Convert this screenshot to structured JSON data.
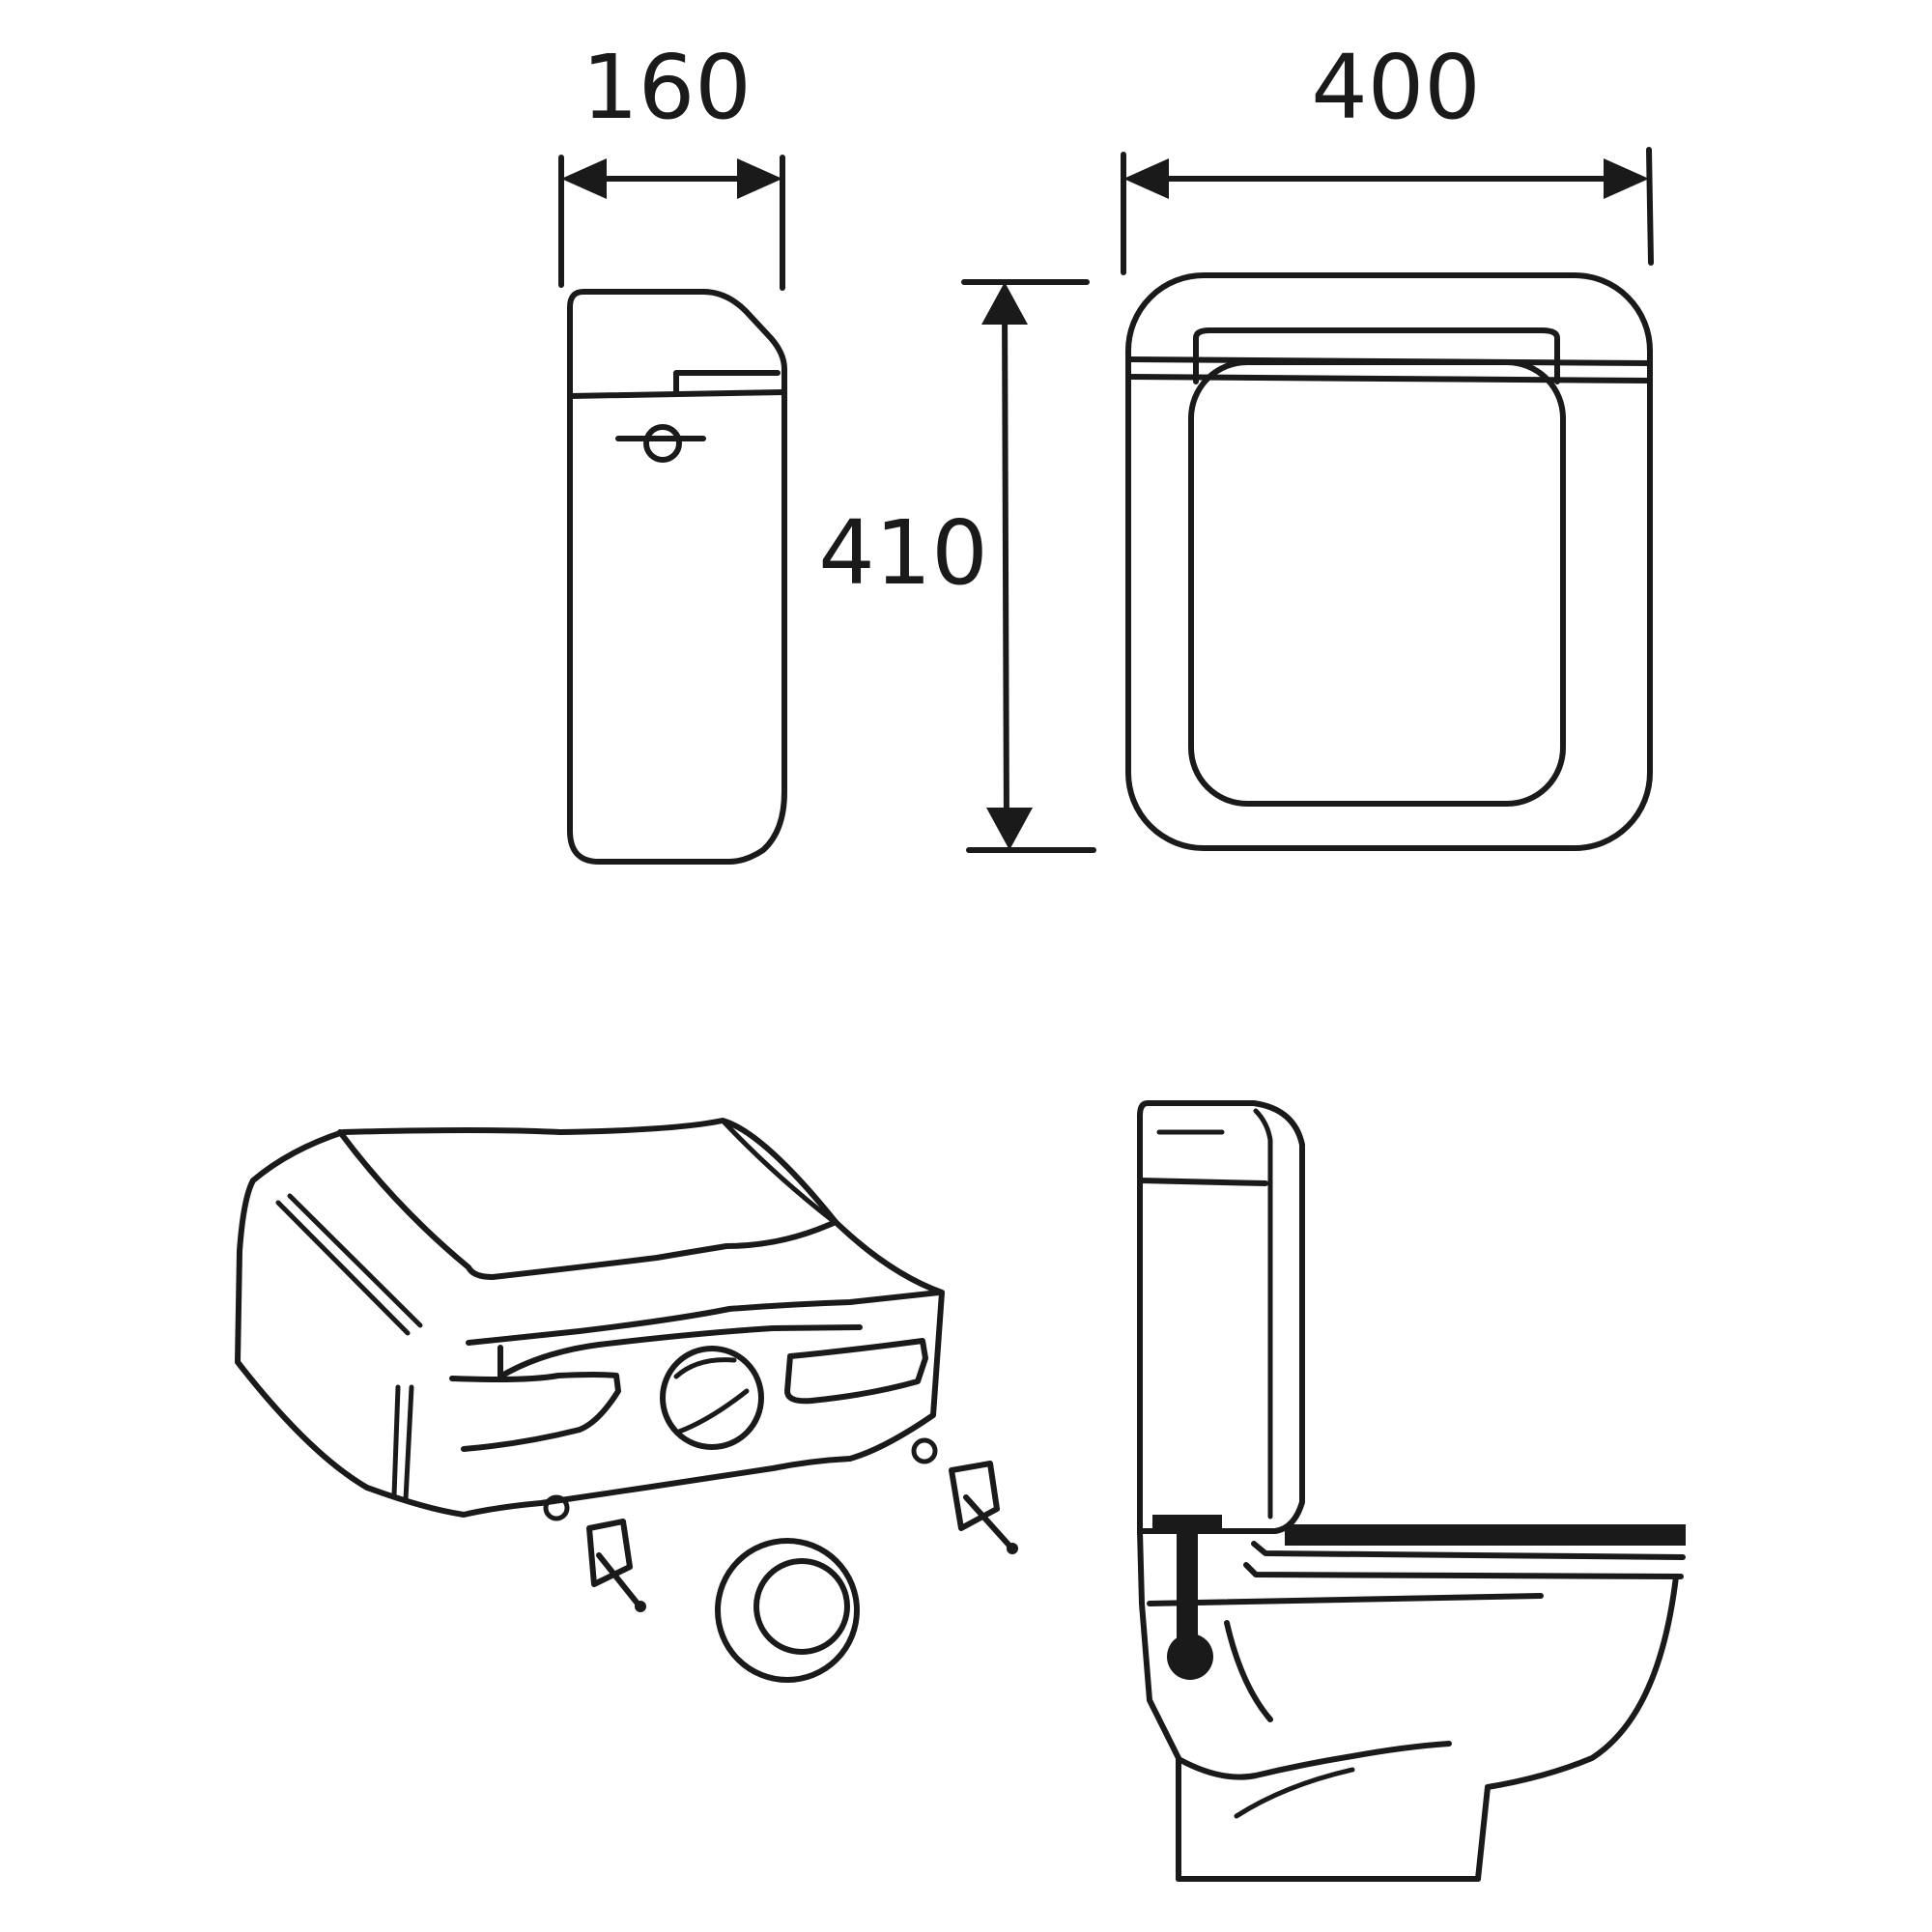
{
  "dimensions": {
    "depth": "160",
    "width": "400",
    "height": "410"
  },
  "colors": {
    "line": "#1a1a1a",
    "background": "#ffffff"
  }
}
